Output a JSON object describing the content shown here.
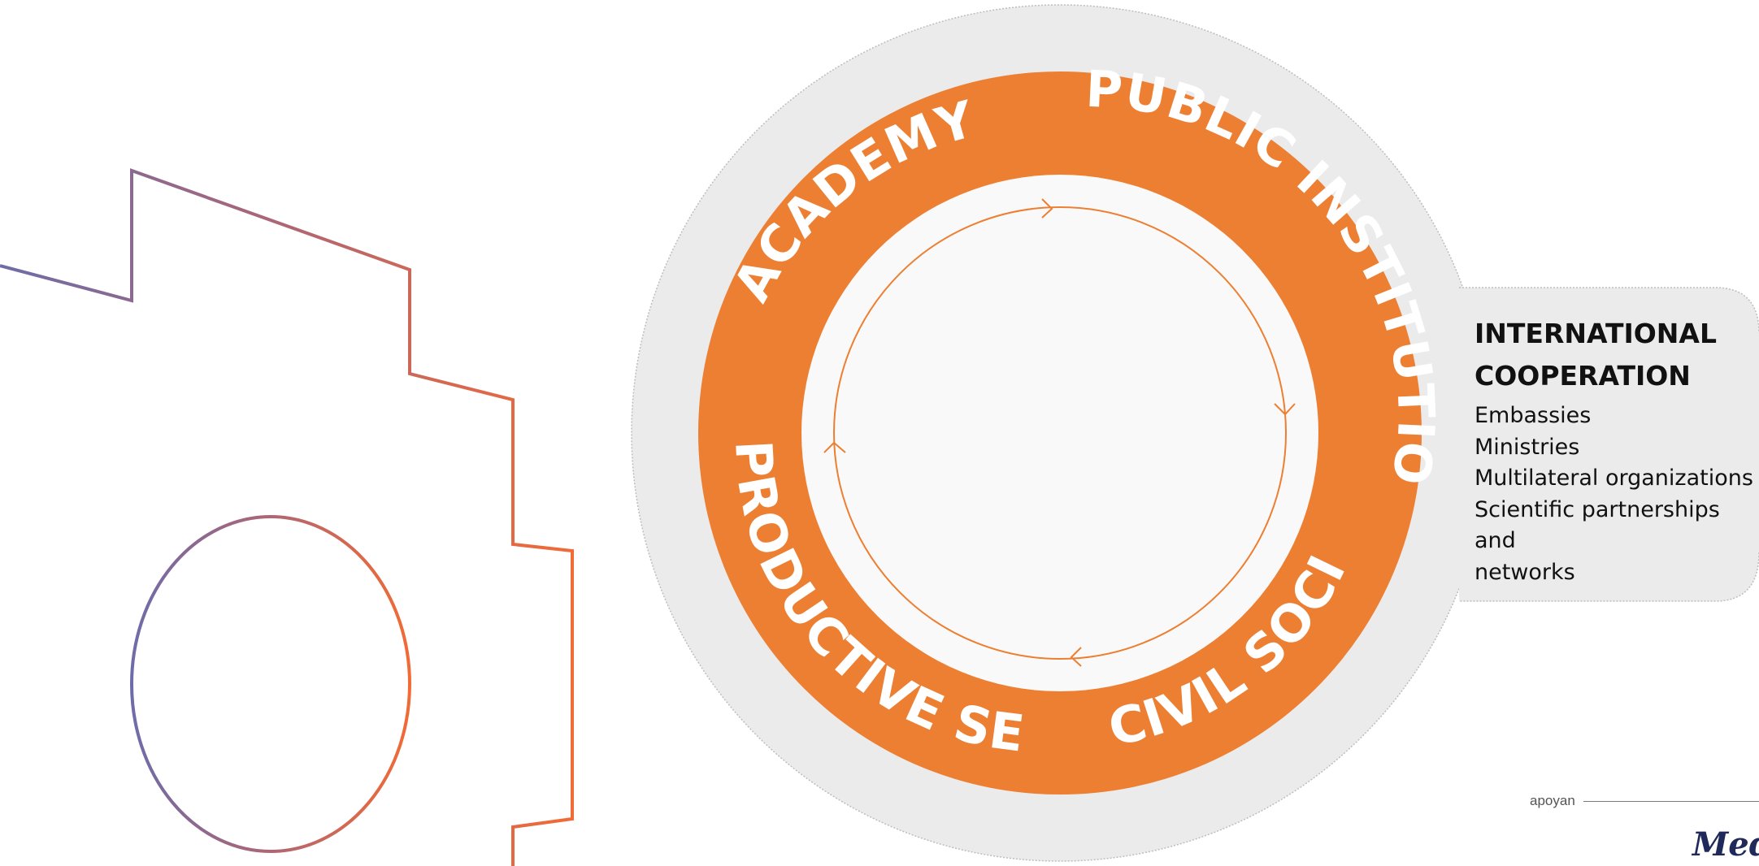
{
  "diagram": {
    "ring_labels": {
      "academy": "ACADEMY",
      "public_institutions": "PUBLIC INSTITUTIONS",
      "productive_sector": "PRODUCTIVE SECTOR",
      "civil_society": "CIVIL SOCIETY"
    },
    "international_cooperation": {
      "title_line1": "INTERNATIONAL",
      "title_line2": "COOPERATION",
      "items": [
        "Embassies",
        "Ministries",
        "Multilateral organizations",
        "Scientific partnerships and",
        "networks"
      ]
    }
  },
  "footer": {
    "apoyan_label": "apoyan",
    "logo_text": "Med"
  },
  "colors": {
    "ring_orange": "#ED7F32",
    "panel_gray": "#EBEBEB",
    "inner_white": "#F9F9F9",
    "outline_purple": "#6E6CA8",
    "outline_orange": "#F26A35"
  }
}
